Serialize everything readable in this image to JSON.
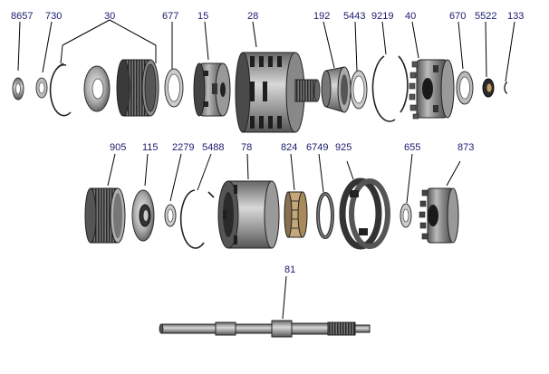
{
  "diagram": {
    "parts": [
      {
        "id": "p8657",
        "number": "8657"
      },
      {
        "id": "p730",
        "number": "730"
      },
      {
        "id": "p30",
        "number": "30"
      },
      {
        "id": "p677",
        "number": "677"
      },
      {
        "id": "p15",
        "number": "15"
      },
      {
        "id": "p28",
        "number": "28"
      },
      {
        "id": "p192",
        "number": "192"
      },
      {
        "id": "p5443",
        "number": "5443"
      },
      {
        "id": "p9219",
        "number": "9219"
      },
      {
        "id": "p40",
        "number": "40"
      },
      {
        "id": "p670",
        "number": "670"
      },
      {
        "id": "p5522",
        "number": "5522"
      },
      {
        "id": "p133",
        "number": "133"
      },
      {
        "id": "p905",
        "number": "905"
      },
      {
        "id": "p115",
        "number": "115"
      },
      {
        "id": "p2279",
        "number": "2279"
      },
      {
        "id": "p5488",
        "number": "5488"
      },
      {
        "id": "p78",
        "number": "78"
      },
      {
        "id": "p824",
        "number": "824"
      },
      {
        "id": "p6749",
        "number": "6749"
      },
      {
        "id": "p925",
        "number": "925"
      },
      {
        "id": "p655",
        "number": "655"
      },
      {
        "id": "p873",
        "number": "873"
      },
      {
        "id": "p81",
        "number": "81"
      }
    ],
    "colors": {
      "label": "#1a1a6e",
      "leader": "#000000",
      "metal_dark": "#3a3a3a",
      "metal_mid": "#8a8a8a",
      "metal_light": "#d0d0d0"
    }
  }
}
